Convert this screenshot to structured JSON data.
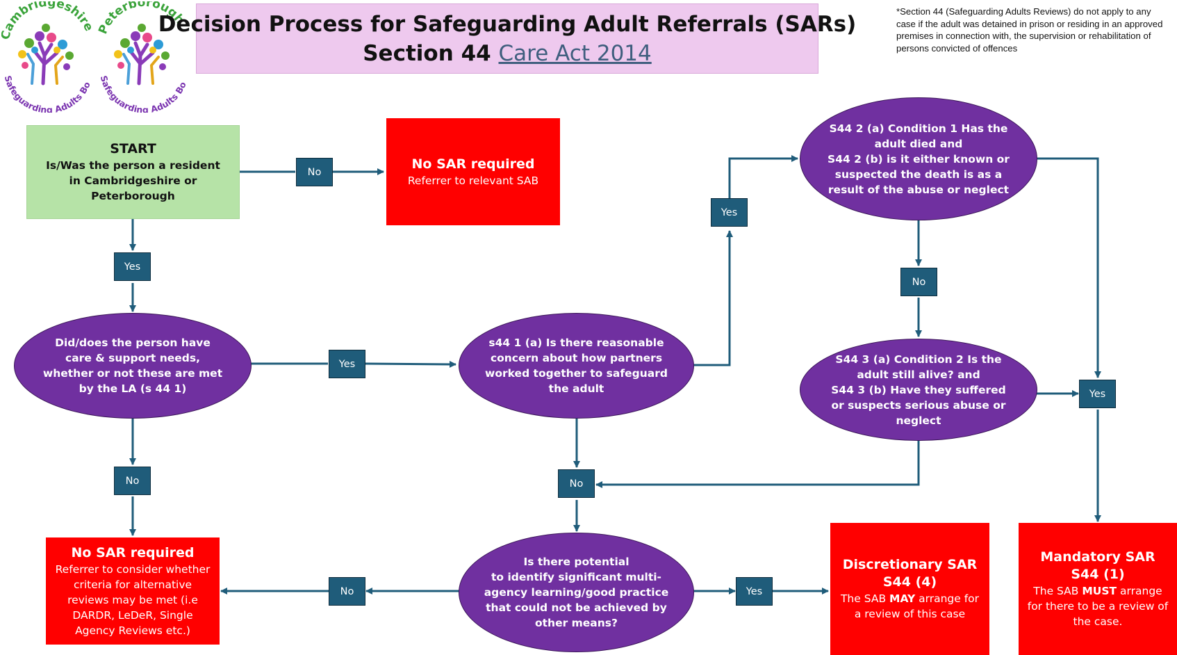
{
  "header": {
    "title_line1": "Decision Process for Safeguarding Adult Referrals (SARs)",
    "title_line2_prefix": "Section 44 ",
    "title_line2_link": "Care Act 2014",
    "footnote": "*Section 44 (Safeguarding Adults Reviews) do not apply to any case if the adult was detained in prison or residing in an approved premises in connection with, the supervision or rehabilitation of persons convicted of offences"
  },
  "logos": [
    {
      "top_text": "Cambridgeshire",
      "bottom_text": "Safeguarding Adults Board"
    },
    {
      "top_text": "Peterborough",
      "bottom_text": "Safeguarding Adults Board"
    }
  ],
  "nodes": {
    "start": {
      "title": "START",
      "body": "Is/Was the person a resident in Cambridgeshire or Peterborough"
    },
    "no_sar_top": {
      "title": "No SAR required",
      "body": "Referrer to relevant SAB"
    },
    "care_needs": {
      "text": "Did/does the person have\ncare & support needs,\nwhether or not these are met\nby the LA (s 44 1)"
    },
    "concern": {
      "text": "s44 1 (a) Is there reasonable\nconcern about how partners\nworked together to safeguard\nthe adult"
    },
    "condition1": {
      "text": "S44 2 (a) Condition 1 Has the\nadult died and\nS44 2 (b) is it either known or\nsuspected the death is as a\nresult of the abuse or neglect"
    },
    "condition2": {
      "text": "S44 3 (a) Condition 2 Is the\nadult  still alive?  and\nS44 3 (b) Have they suffered\nor suspects serious abuse or\nneglect"
    },
    "potential": {
      "text": "Is there potential\nto identify significant multi-\nagency learning/good practice\nthat could not be achieved by\nother means?"
    },
    "no_sar_bottom": {
      "title": "No SAR required",
      "body": "Referrer to consider whether criteria for alternative reviews may be met (i.e DARDR, LeDeR, Single Agency Reviews etc.)"
    },
    "discretionary": {
      "title": "Discretionary SAR",
      "title2": "S44 (4)",
      "body_pre": "The SAB ",
      "body_strong": "MAY",
      "body_post": " arrange for a review of this case"
    },
    "mandatory": {
      "title": "Mandatory SAR",
      "title2": "S44 (1)",
      "body_pre": "The SAB ",
      "body_strong": "MUST",
      "body_post": " arrange for there to be a review of the case."
    }
  },
  "labels": {
    "start_no": "No",
    "start_yes": "Yes",
    "care_yes": "Yes",
    "care_no": "No",
    "concern_yes": "Yes",
    "concern_no": "No",
    "cond1_no": "No",
    "cond_yes": "Yes",
    "potential_no": "No",
    "potential_yes": "Yes"
  },
  "colors": {
    "start_green": "#b6e3a7",
    "no_sar_red": "#ff0000",
    "decision_purple": "#7030a0",
    "label_teal": "#1f5c7a",
    "arrow": "#1f5c7a",
    "title_pink": "#eec9ee"
  }
}
